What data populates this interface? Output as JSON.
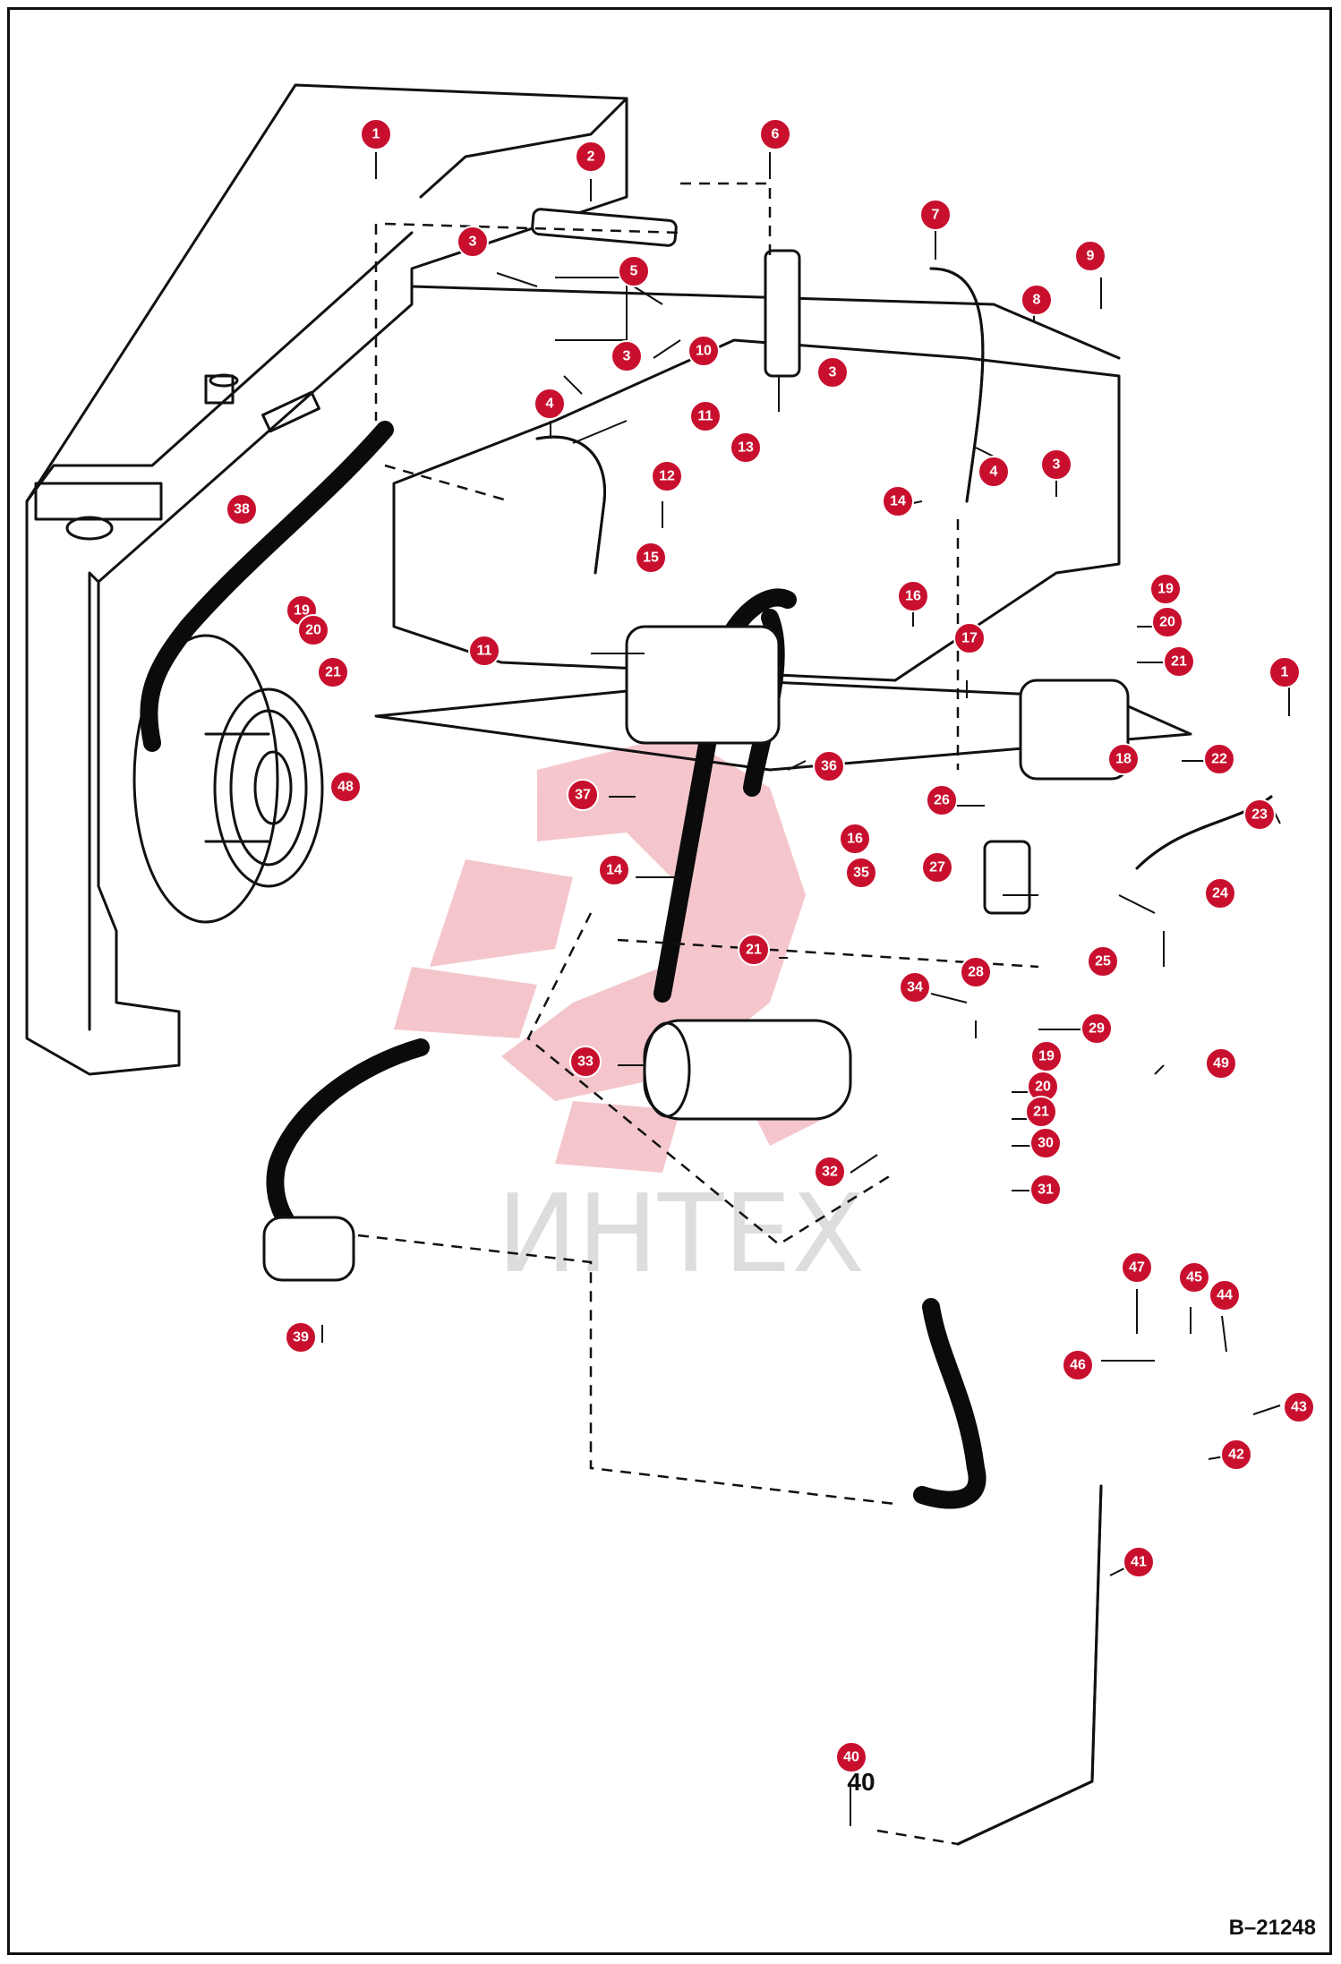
{
  "watermark": {
    "text": "ИНТЕХ"
  },
  "document_id": "B–21248",
  "callouts": [
    {
      "id": "c1a",
      "label": "1"
    },
    {
      "id": "c2",
      "label": "2"
    },
    {
      "id": "c6",
      "label": "6"
    },
    {
      "id": "c7",
      "label": "7"
    },
    {
      "id": "c9",
      "label": "9"
    },
    {
      "id": "c3a",
      "label": "3"
    },
    {
      "id": "c5",
      "label": "5"
    },
    {
      "id": "c8",
      "label": "8"
    },
    {
      "id": "c3b",
      "label": "3"
    },
    {
      "id": "c10",
      "label": "10"
    },
    {
      "id": "c3c",
      "label": "3"
    },
    {
      "id": "c4a",
      "label": "4"
    },
    {
      "id": "c11a",
      "label": "11"
    },
    {
      "id": "c13",
      "label": "13"
    },
    {
      "id": "c4b",
      "label": "4"
    },
    {
      "id": "c3d",
      "label": "3"
    },
    {
      "id": "c12",
      "label": "12"
    },
    {
      "id": "c14a",
      "label": "14"
    },
    {
      "id": "c38",
      "label": "38"
    },
    {
      "id": "c15",
      "label": "15"
    },
    {
      "id": "c16a",
      "label": "16"
    },
    {
      "id": "c19a",
      "label": "19"
    },
    {
      "id": "c20a",
      "label": "20"
    },
    {
      "id": "c21a",
      "label": "21"
    },
    {
      "id": "c11b",
      "label": "11"
    },
    {
      "id": "c17",
      "label": "17"
    },
    {
      "id": "c19b",
      "label": "19"
    },
    {
      "id": "c20b",
      "label": "20"
    },
    {
      "id": "c21b",
      "label": "21"
    },
    {
      "id": "c1b",
      "label": "1"
    },
    {
      "id": "c18",
      "label": "18"
    },
    {
      "id": "c22",
      "label": "22"
    },
    {
      "id": "c48",
      "label": "48"
    },
    {
      "id": "c37",
      "label": "37"
    },
    {
      "id": "c36",
      "label": "36"
    },
    {
      "id": "c26",
      "label": "26"
    },
    {
      "id": "c23",
      "label": "23"
    },
    {
      "id": "c16b",
      "label": "16"
    },
    {
      "id": "c14b",
      "label": "14"
    },
    {
      "id": "c35",
      "label": "35"
    },
    {
      "id": "c27",
      "label": "27"
    },
    {
      "id": "c24",
      "label": "24"
    },
    {
      "id": "c21c",
      "label": "21"
    },
    {
      "id": "c25",
      "label": "25"
    },
    {
      "id": "c28",
      "label": "28"
    },
    {
      "id": "c34",
      "label": "34"
    },
    {
      "id": "c29",
      "label": "29"
    },
    {
      "id": "c33",
      "label": "33"
    },
    {
      "id": "c19c",
      "label": "19"
    },
    {
      "id": "c49",
      "label": "49"
    },
    {
      "id": "c20c",
      "label": "20"
    },
    {
      "id": "c21d",
      "label": "21"
    },
    {
      "id": "c30",
      "label": "30"
    },
    {
      "id": "c32",
      "label": "32"
    },
    {
      "id": "c31",
      "label": "31"
    },
    {
      "id": "c39",
      "label": "39"
    },
    {
      "id": "c47",
      "label": "47"
    },
    {
      "id": "c45",
      "label": "45"
    },
    {
      "id": "c44",
      "label": "44"
    },
    {
      "id": "c46",
      "label": "46"
    },
    {
      "id": "c43",
      "label": "43"
    },
    {
      "id": "c42",
      "label": "42"
    },
    {
      "id": "c41",
      "label": "41"
    },
    {
      "id": "c40",
      "label": "40"
    }
  ],
  "print_labels": [
    {
      "id": "p40",
      "label": "40"
    }
  ]
}
